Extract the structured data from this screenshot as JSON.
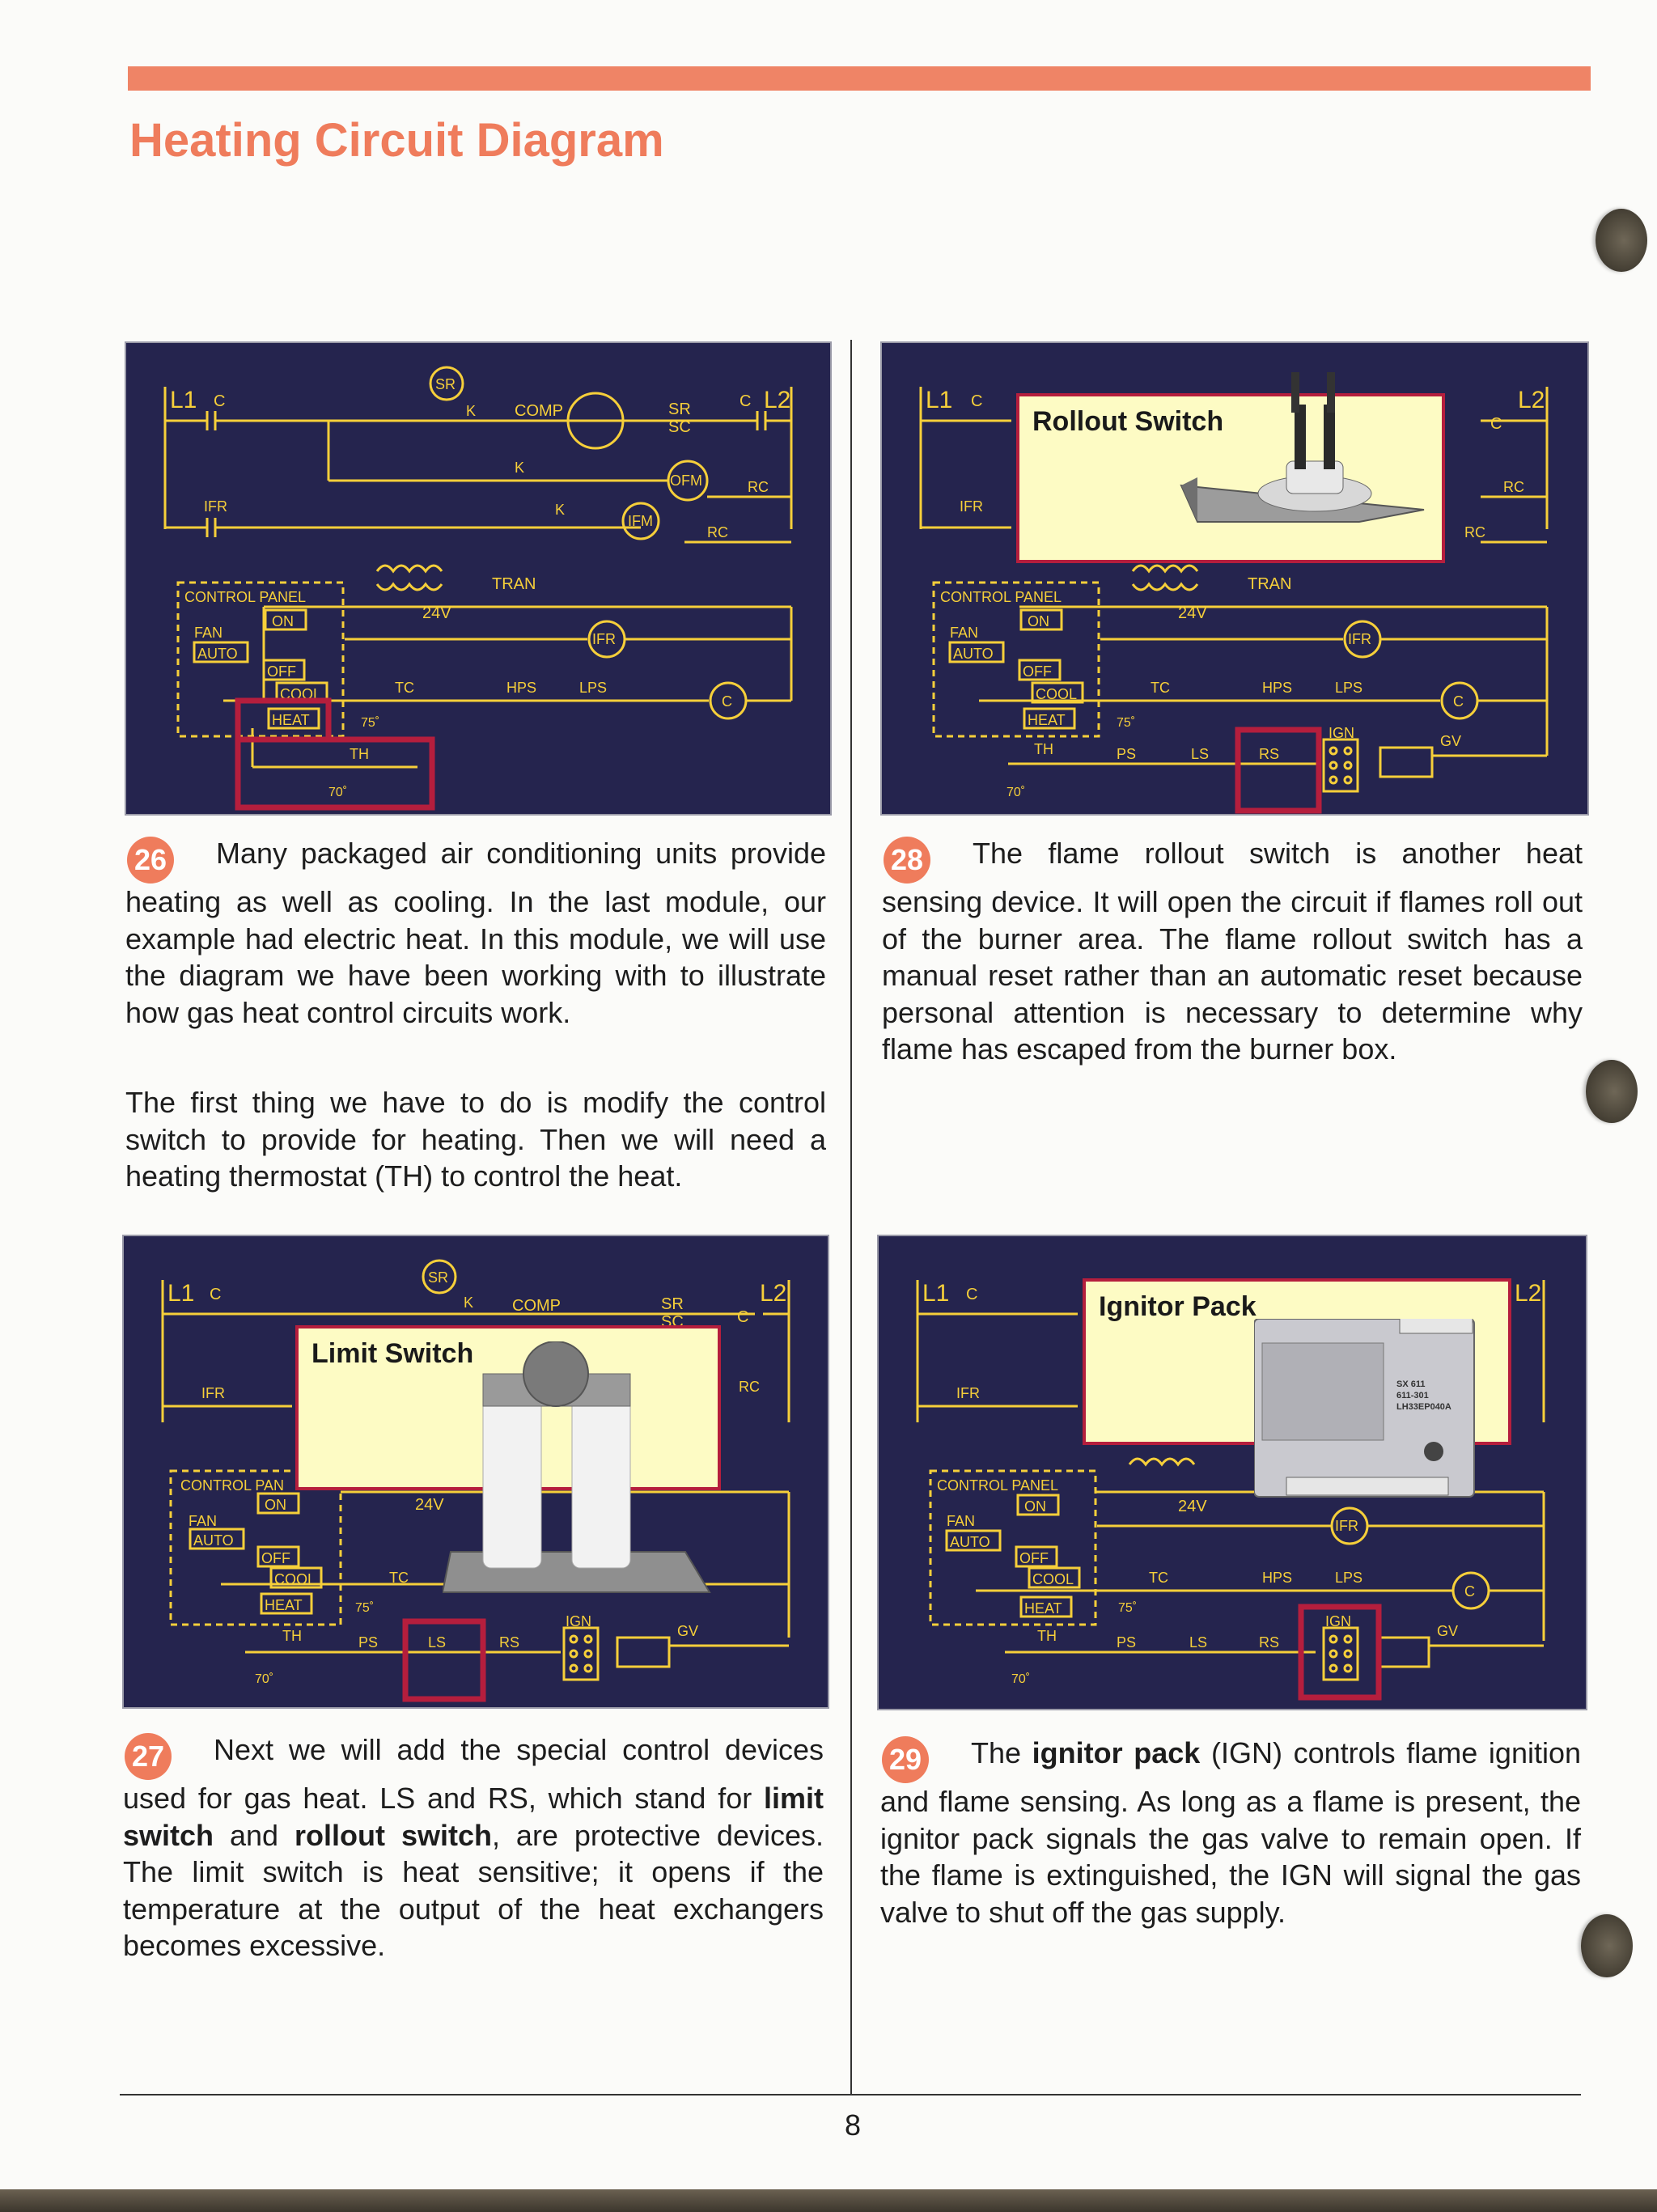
{
  "page": {
    "title": "Heating Circuit Diagram",
    "page_number": "8"
  },
  "sections": {
    "s26": {
      "number": "26",
      "paragraph1": "Many packaged air conditioning units provide heating as well as cooling. In the last module, our example had electric heat. In this module, we will use the diagram we have been working with to illustrate how gas heat control circuits work.",
      "paragraph2": "The first thing we have to do is modify the control switch to provide for heating. Then we will need a heating thermostat (TH) to control the heat."
    },
    "s27": {
      "number": "27",
      "t1": "Next we will add the special control devices used for gas heat. LS and RS, which stand for ",
      "b1": "limit switch",
      "t2": " and ",
      "b2": "rollout switch",
      "t3": ", are protective devices. The limit switch is heat sensitive; it opens if the temperature at the output of the heat exchangers becomes excessive."
    },
    "s28": {
      "number": "28",
      "paragraph": "The flame rollout switch is another heat sensing device. It will open the circuit if flames roll out of the burner area. The flame rollout switch has a manual reset rather than an automatic reset because personal attention is necessary to determine why flame has escaped from the burner box."
    },
    "s29": {
      "number": "29",
      "t1": "The ",
      "b1": "ignitor pack",
      "t2": " (IGN) controls flame ignition and flame sensing. As long as a flame is present, the ignitor pack signals the gas valve to remain open. If the flame is extinguished, the IGN will signal the gas valve to shut off the gas supply."
    }
  },
  "callouts": {
    "limit": "Limit Switch",
    "rollout": "Rollout Switch",
    "ignitor": "Ignitor Pack",
    "ignitor_label_1": "SX 611",
    "ignitor_label_2": "611-301",
    "ignitor_label_3": "LH33EP040A"
  },
  "diagram_labels": {
    "L1": "L1",
    "L2": "L2",
    "C": "C",
    "SR": "SR",
    "SC": "SC",
    "K": "K",
    "COMP": "COMP",
    "OFM": "OFM",
    "IFM": "IFM",
    "IFR": "IFR",
    "RC": "RC",
    "TRAN": "TRAN",
    "V24": "24V",
    "control_panel": "CONTROL PANEL",
    "control_pan": "CONTROL PAN",
    "fan": "FAN",
    "on": "ON",
    "auto": "AUTO",
    "off": "OFF",
    "cool": "COOL",
    "heat": "HEAT",
    "TC": "TC",
    "HPS": "HPS",
    "LPS": "LPS",
    "TH": "TH",
    "t75": "75˚",
    "t70": "70˚",
    "PS": "PS",
    "LS": "LS",
    "RS": "RS",
    "IGN": "IGN",
    "GV": "GV"
  },
  "colors": {
    "accent": "#ef7c5c",
    "panel_bg": "#25244e",
    "wire": "#f6cf3a",
    "highlight": "#b51e3d",
    "callout_bg": "#fdfbc4"
  }
}
